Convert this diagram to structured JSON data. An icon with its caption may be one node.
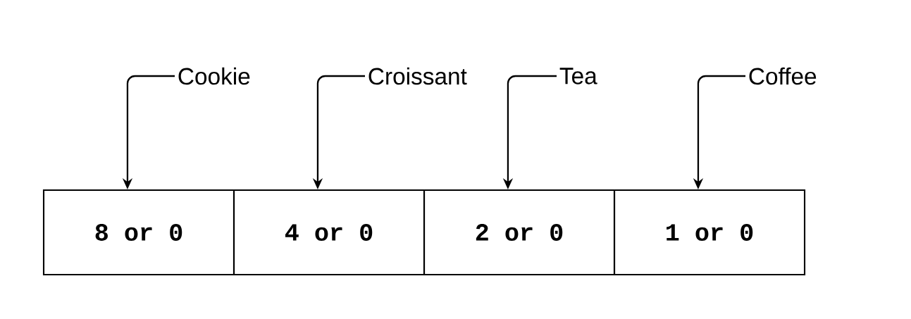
{
  "diagram": {
    "nodes": [
      {
        "text": [
          "8 or 0"
        ]
      },
      {
        "text": [
          "4 or 0"
        ]
      },
      {
        "text": [
          "2 or 0"
        ]
      },
      {
        "text": [
          "1 or 0"
        ]
      },
      {
        "text": [
          "Cookie"
        ]
      },
      {
        "text": [
          "Croissant"
        ]
      },
      {
        "text": [
          "Tea"
        ]
      },
      {
        "text": [
          "Coffee"
        ]
      }
    ],
    "edges": [
      {
        "from": 4,
        "to": 0,
        "arrow": "to"
      },
      {
        "from": 5,
        "to": 1,
        "arrow": "to"
      },
      {
        "from": 6,
        "to": 2,
        "arrow": "to"
      },
      {
        "from": 7,
        "to": 3,
        "arrow": "to"
      }
    ]
  }
}
